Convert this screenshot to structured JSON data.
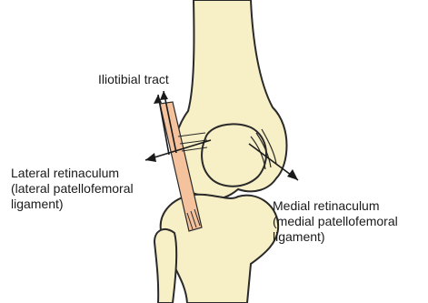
{
  "labels": {
    "iliotibial": "Iliotibial tract",
    "lateral": {
      "line1": "Lateral retinaculum",
      "line2": "(lateral patellofemoral",
      "line3": "ligament)"
    },
    "medial": {
      "line1": "Medial retinaculum",
      "line2": "(medial patellofemoral",
      "line3": "ligament)"
    }
  },
  "colors": {
    "bone": "#f7efc6",
    "outline": "#2a2a2a",
    "ligament": "#f4c29c"
  }
}
